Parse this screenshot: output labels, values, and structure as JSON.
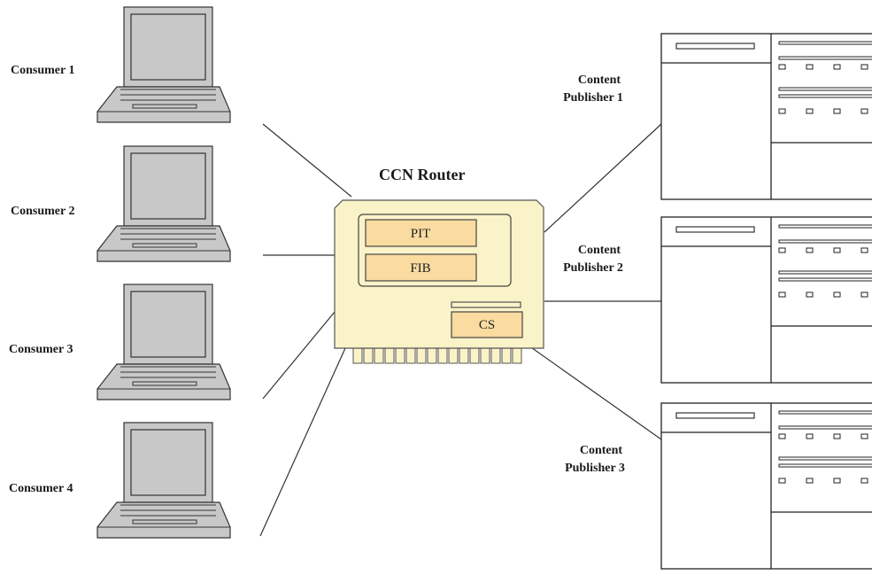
{
  "router": {
    "title": "CCN Router",
    "pit": "PIT",
    "fib": "FIB",
    "cs": "CS",
    "colors": {
      "body": "#fbf3c8",
      "box": "#fadba0",
      "edge": "#555555"
    }
  },
  "consumers": [
    "Consumer 1",
    "Consumer 2",
    "Consumer 3",
    "Consumer 4"
  ],
  "publishers": [
    [
      "Content",
      "Publisher 1"
    ],
    [
      "Content",
      "Publisher 2"
    ],
    [
      "Content",
      "Publisher 3"
    ]
  ],
  "colors": {
    "laptop": "#c8c8c8",
    "line": "#333333"
  }
}
